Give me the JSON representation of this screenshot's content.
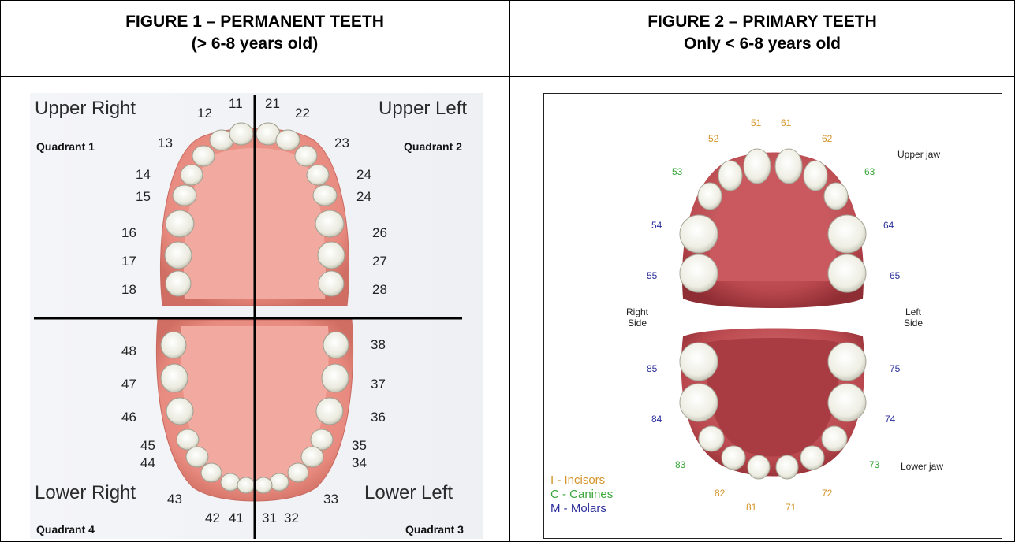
{
  "figure1": {
    "header_line1": "FIGURE 1 – PERMANENT TEETH",
    "header_line2": "(> 6-8 years old)",
    "quadrants": {
      "upper_right": "Upper Right",
      "upper_left": "Upper Left",
      "lower_right": "Lower Right",
      "lower_left": "Lower Left",
      "q1": "Quadrant 1",
      "q2": "Quadrant 2",
      "q3": "Quadrant 3",
      "q4": "Quadrant 4"
    },
    "tooth_numbers": {
      "t11": "11",
      "t12": "12",
      "t13": "13",
      "t14": "14",
      "t15": "15",
      "t16": "16",
      "t17": "17",
      "t18": "18",
      "t21": "21",
      "t22": "22",
      "t23": "23",
      "t24a": "24",
      "t24b": "24",
      "t26": "26",
      "t27": "27",
      "t28": "28",
      "t31": "31",
      "t32": "32",
      "t33": "33",
      "t34": "34",
      "t35": "35",
      "t36": "36",
      "t37": "37",
      "t38": "38",
      "t41": "41",
      "t42": "42",
      "t43": "43",
      "t44": "44",
      "t45": "45",
      "t46": "46",
      "t47": "47",
      "t48": "48"
    }
  },
  "figure2": {
    "header_line1": "FIGURE 2 – PRIMARY TEETH",
    "header_line2": "Only < 6-8 years old",
    "labels": {
      "upper_jaw": "Upper jaw",
      "lower_jaw": "Lower jaw",
      "right_side_1": "Right",
      "right_side_2": "Side",
      "left_side_1": "Left",
      "left_side_2": "Side"
    },
    "tooth_numbers": {
      "t51": "51",
      "t52": "52",
      "t53": "53",
      "t54": "54",
      "t55": "55",
      "t61": "61",
      "t62": "62",
      "t63": "63",
      "t64": "64",
      "t65": "65",
      "t71": "71",
      "t72": "72",
      "t73": "73",
      "t74": "74",
      "t75": "75",
      "t81": "81",
      "t82": "82",
      "t83": "83",
      "t84": "84",
      "t85": "85"
    },
    "legend": {
      "incisors": "I - Incisors",
      "canines": "C - Canines",
      "molars": "M - Molars"
    },
    "colors": {
      "incisor": "#d4952b",
      "canine": "#3aa63a",
      "molar": "#2b2f9b"
    }
  }
}
